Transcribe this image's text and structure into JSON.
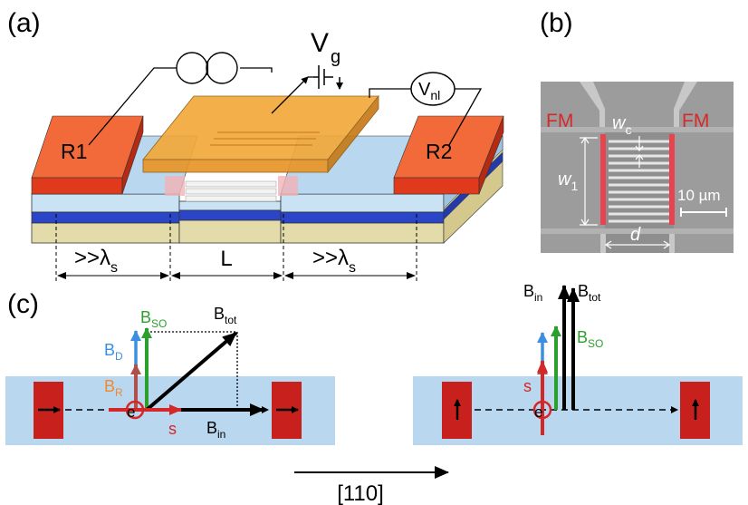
{
  "panels": {
    "a": {
      "tag": "(a)",
      "contacts": [
        "R1",
        "R2"
      ],
      "current_source": "I",
      "gate": {
        "main": "V",
        "sub": "g"
      },
      "voltmeter": {
        "main": "V",
        "sub": "nl"
      },
      "dims": {
        "left": {
          "main": ">>λ",
          "sub": "s"
        },
        "center": "L",
        "right": {
          "main": ">>λ",
          "sub": "s"
        }
      }
    },
    "b": {
      "tag": "(b)",
      "fm_left": "FM",
      "fm_right": "FM",
      "width_c": {
        "main": "w",
        "sub": "c"
      },
      "width_1": {
        "main": "w",
        "sub": "1"
      },
      "scale": "10 µm",
      "spacing": "d"
    },
    "c": {
      "tag": "(c)",
      "left": {
        "bd": {
          "main": "B",
          "sub": "D"
        },
        "br": {
          "main": "B",
          "sub": "R"
        },
        "bso": {
          "main": "B",
          "sub": "SO"
        },
        "btot": {
          "main": "B",
          "sub": "tot"
        },
        "bin": {
          "main": "B",
          "sub": "in"
        },
        "electron": "e",
        "spin": "s"
      },
      "right": {
        "bin": {
          "main": "B",
          "sub": "in"
        },
        "btot": {
          "main": "B",
          "sub": "tot"
        },
        "bso": {
          "main": "B",
          "sub": "SO"
        },
        "electron": "e",
        "spin": "s"
      },
      "direction": "[110]"
    }
  },
  "colors": {
    "contact": "#e03a1c",
    "gate": "#f2a93a",
    "channel": "#b9d8ef",
    "quantum_well": "#2b45c8",
    "substrate": "#e3dcaa",
    "bso": "#2ca02c",
    "bd": "#3b8fe0",
    "br": "#ee8a30",
    "spin": "#d62728"
  }
}
